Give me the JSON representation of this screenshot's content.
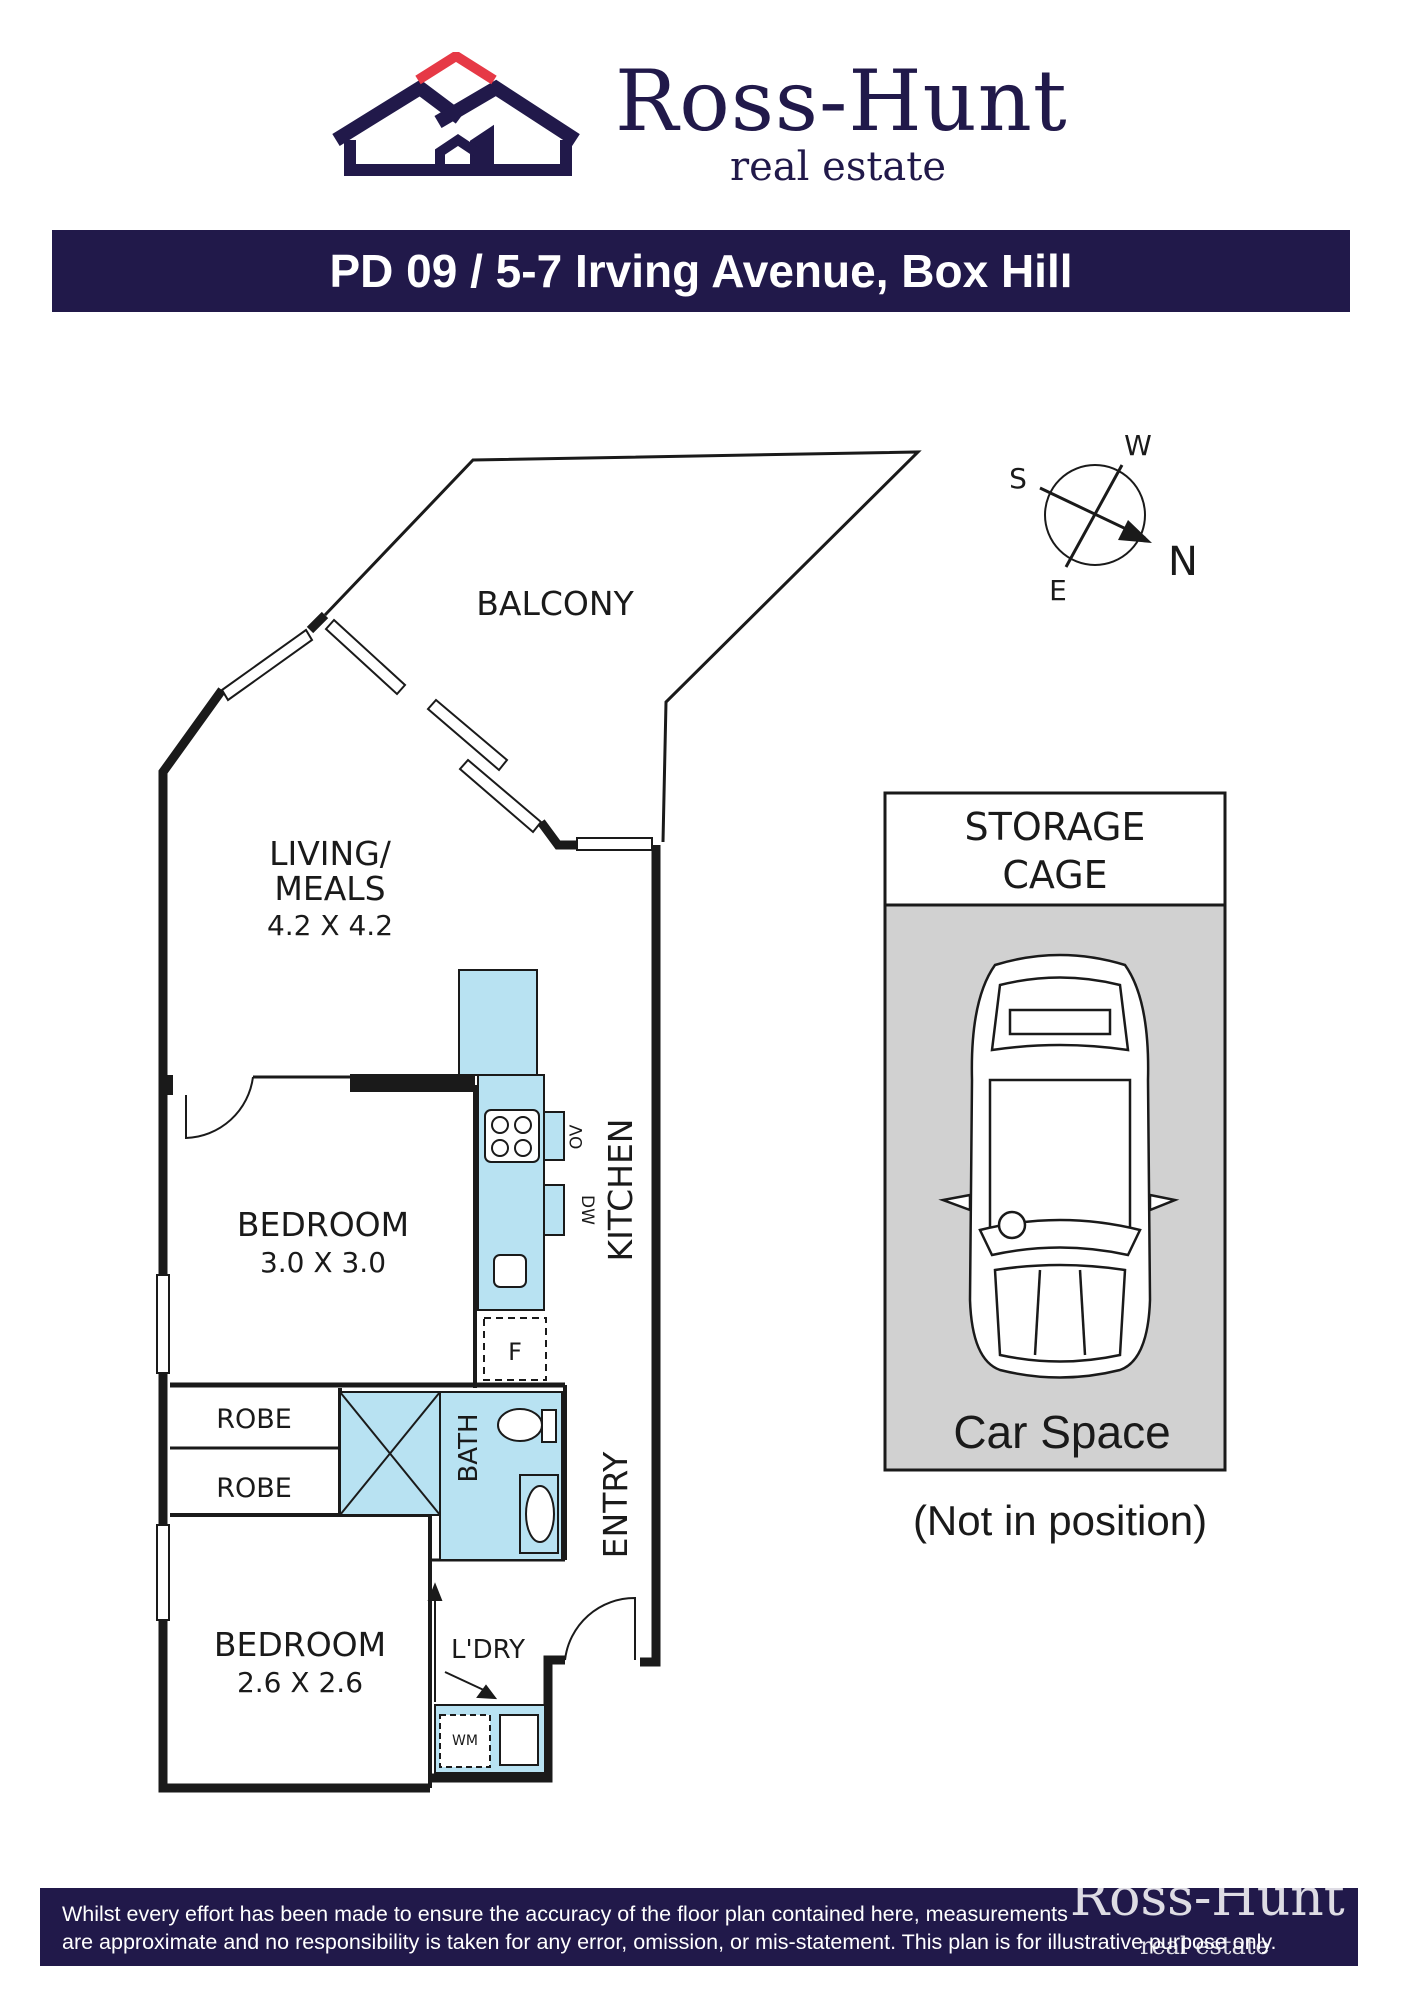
{
  "brand": {
    "name": "Ross-Hunt",
    "tagline": "real estate",
    "colors": {
      "navy": "#21194a",
      "red": "#e63946"
    }
  },
  "banner": {
    "address": "PD 09 / 5-7 Irving Avenue, Box Hill"
  },
  "compass": {
    "north": "N",
    "south": "S",
    "east": "E",
    "west": "W"
  },
  "rooms": {
    "balcony": "BALCONY",
    "living_line1": "LIVING/",
    "living_line2": "MEALS",
    "living_dims": "4.2 X 4.2",
    "kitchen": "KITCHEN",
    "oven": "OV",
    "dishwasher": "DW",
    "fridge": "F",
    "bedroom1": "BEDROOM",
    "bedroom1_dims": "3.0 X 3.0",
    "robe1": "ROBE",
    "robe2": "ROBE",
    "bath": "BATH",
    "entry": "ENTRY",
    "bedroom2": "BEDROOM",
    "bedroom2_dims": "2.6 X 2.6",
    "laundry": "L'DRY",
    "washing_machine": "WM"
  },
  "parking": {
    "storage_line1": "STORAGE",
    "storage_line2": "CAGE",
    "car_space": "Car Space",
    "note": "(Not in position)"
  },
  "footer": {
    "line1": "Whilst every effort has been made to ensure the accuracy of the floor plan contained here, measurements",
    "line2": "are approximate and no responsibility is taken for any error, omission, or mis-statement. This plan is for illustrative purpose only.",
    "watermark_name": "Ross-Hunt",
    "watermark_tagline": "real estate"
  }
}
